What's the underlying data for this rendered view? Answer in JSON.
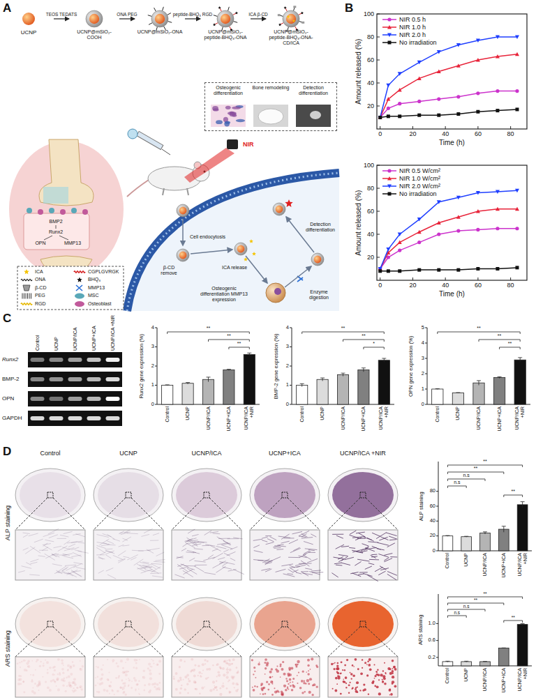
{
  "diagram": {
    "nodes": [
      {
        "text": [
          "UCNP"
        ]
      },
      {
        "text": [
          "UCNP@mSiO₂-COOH"
        ]
      },
      {
        "text": [
          "UCNP@mSiO₂-ONA"
        ]
      },
      {
        "text": [
          "UCNP@mSiO₂-peptide-BHQ₃-ONA"
        ]
      },
      {
        "text": [
          "UCNP@mSiO₂-peptide-BHQ₃-ONA-CD/ICA"
        ]
      },
      {
        "text": [
          "Osteogenic differentiation",
          "Bone remodeling",
          "Detection differentiation"
        ]
      }
    ],
    "edges": [
      {
        "from": 0,
        "to": 1,
        "label": "TEOS TEDATS",
        "arrow": "to"
      },
      {
        "from": 1,
        "to": 2,
        "label": "ONA PEG",
        "arrow": "to"
      },
      {
        "from": 2,
        "to": 3,
        "label": "peptide-BHQ₃ RGD",
        "arrow": "to"
      },
      {
        "from": 3,
        "to": 4,
        "label": "ICA β-CD",
        "arrow": "to"
      }
    ],
    "labels": [
      "A",
      "BMP2",
      "Runx2",
      "OPN",
      "MMP13",
      "NIR",
      "Cell endocytosis",
      "β-CD remove",
      "ICA release",
      "Osteogenic differentiation MMP13 expression",
      "Enzyme digestion",
      "Detection differentiation",
      "B",
      "Amount released (%)",
      "20",
      "40",
      "60",
      "80",
      "100",
      "0",
      "20",
      "40",
      "60",
      "80",
      "Time (h)",
      "Amount released (%)",
      "20",
      "40",
      "60",
      "80",
      "100",
      "0",
      "20",
      "40",
      "60",
      "80",
      "Time (h)",
      "C",
      "Control",
      "UCNP",
      "UCNP/ICA",
      "UCNP+ICA",
      "UCNP/ICA +NIR",
      "Runx2",
      "BMP-2",
      "OPN",
      "GAPDH",
      "Runx2 gene expression (%)",
      "0",
      "1",
      "2",
      "3",
      "4",
      "Control",
      "UCNP",
      "UCNP/ICA",
      "UCNP+ICA",
      "UCNP/ICA +NIR",
      "**",
      "**",
      "**",
      "BMP-2 gene expression (%)",
      "0",
      "1",
      "2",
      "3",
      "4",
      "Control",
      "UCNP",
      "UCNP/ICA",
      "UCNP+ICA",
      "UCNP/ICA +NIR",
      "**",
      "**",
      "*",
      "OPN gene expression (%)",
      "0",
      "1",
      "2",
      "3",
      "4",
      "5",
      "Control",
      "UCNP",
      "UCNP/ICA",
      "UCNP+ICA",
      "UCNP/ICA +NIR",
      "**",
      "**",
      "**",
      "D",
      "Control",
      "UCNP",
      "UCNP/ICA",
      "UCNP+ICA",
      "UCNP/ICA +NIR",
      "ALP staining",
      "ARS staining",
      "ALP staining",
      "0",
      "20",
      "40",
      "60",
      "80",
      "Control",
      "UCNP",
      "UCNP/ICA",
      "UCNP+ICA",
      "UCNP/ICA +NIR",
      "**",
      "**",
      "n.s",
      "n.s",
      "**",
      "ARS staining",
      "0.2",
      "0.6",
      "1.0",
      "Control",
      "UCNP",
      "UCNP/ICA",
      "UCNP+ICA",
      "UCNP/ICA +NIR",
      "**",
      "**",
      "n.s",
      "n.s",
      "**"
    ],
    "legend": [
      {
        "text": "ICA"
      },
      {
        "text": "ONA"
      },
      {
        "text": "β-CD"
      },
      {
        "text": "PEG"
      },
      {
        "text": "RGD"
      },
      {
        "text": "CGPLGVRGK"
      },
      {
        "text": "BHQ₃"
      },
      {
        "text": "MMP13"
      },
      {
        "text": "MSC"
      },
      {
        "text": "Osteoblast"
      },
      {
        "text": "NIR 0.5 h"
      },
      {
        "text": "NIR 1.0 h"
      },
      {
        "text": "NIR 2.0 h"
      },
      {
        "text": "No irradiation"
      },
      {
        "text": "NIR 0.5 W/cm²"
      },
      {
        "text": "NIR 1.0 W/cm²"
      },
      {
        "text": "NIR 2.0 W/cm²"
      },
      {
        "text": "No irradiation"
      }
    ]
  }
}
